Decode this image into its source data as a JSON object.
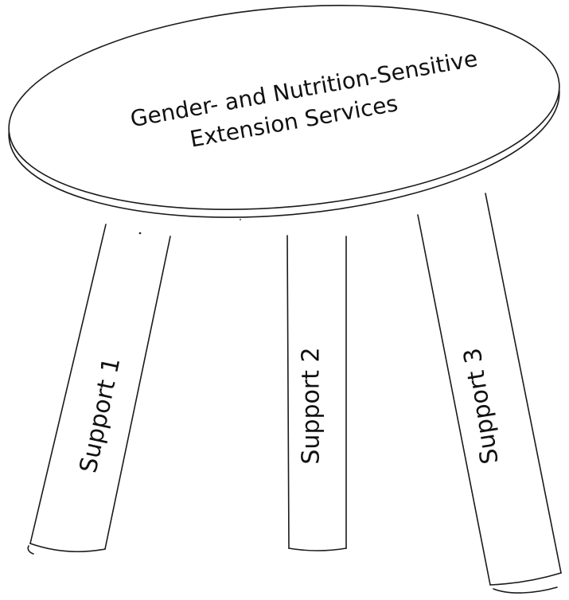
{
  "seat": {
    "line1": "Gender- and Nutrition-Sensitive",
    "line2": "Extension Services"
  },
  "legs": [
    {
      "label": "Support 1"
    },
    {
      "label": "Support 2"
    },
    {
      "label": "Support 3"
    }
  ]
}
